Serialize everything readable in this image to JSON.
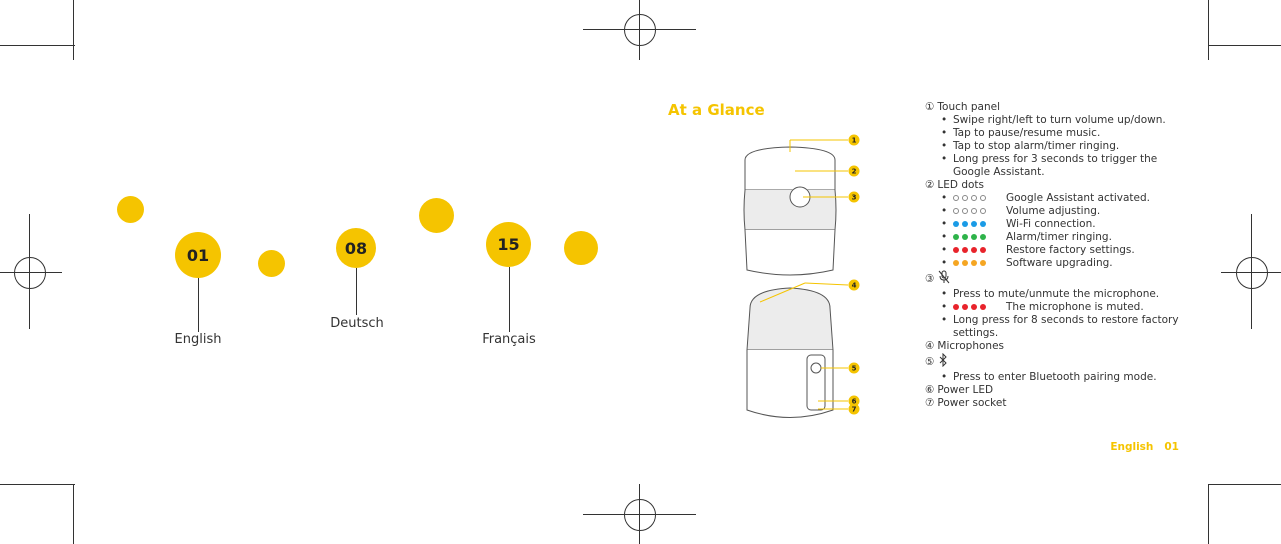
{
  "languages": [
    {
      "page": "01",
      "name": "English"
    },
    {
      "page": "08",
      "name": "Deutsch"
    },
    {
      "page": "15",
      "name": "Français"
    }
  ],
  "section_title": "At a Glance",
  "callout_numbers": [
    "1",
    "2",
    "3",
    "4",
    "5",
    "6",
    "7"
  ],
  "items": [
    {
      "marker": "①",
      "label": "Touch panel",
      "icon": "",
      "bullets": [
        {
          "text": "Swipe right/left to turn volume up/down."
        },
        {
          "text": "Tap to pause/resume music."
        },
        {
          "text": "Tap to stop alarm/timer ringing."
        },
        {
          "text": "Long press for 3 seconds to trigger the Google Assistant."
        }
      ]
    },
    {
      "marker": "②",
      "label": "LED dots",
      "icon": "",
      "bullets": [
        {
          "text": "Google Assistant activated.",
          "led": [
            "#ffffff",
            "#ffffff",
            "#ffffff",
            "#ffffff"
          ]
        },
        {
          "text": "Volume adjusting.",
          "led": [
            "#ffffff",
            "#ffffff",
            "#ffffff",
            "#ffffff"
          ]
        },
        {
          "text": "Wi-Fi connection.",
          "led": [
            "#1a9be6",
            "#1a9be6",
            "#1a9be6",
            "#1a9be6"
          ]
        },
        {
          "text": "Alarm/timer ringing.",
          "led": [
            "#2eb34a",
            "#2eb34a",
            "#2eb34a",
            "#2eb34a"
          ]
        },
        {
          "text": "Restore factory settings.",
          "led": [
            "#e8232b",
            "#e8232b",
            "#e8232b",
            "#e8232b"
          ]
        },
        {
          "text": "Software upgrading.",
          "led": [
            "#f5a623",
            "#f5a623",
            "#f5a623",
            "#f5a623"
          ]
        }
      ]
    },
    {
      "marker": "③",
      "label": "",
      "icon": "mic-mute-icon",
      "bullets": [
        {
          "text": "Press to mute/unmute the microphone."
        },
        {
          "text": "The microphone is muted.",
          "led": [
            "#e8232b",
            "#e8232b",
            "#e8232b",
            "#e8232b"
          ]
        },
        {
          "text": "Long press for 8 seconds to restore factory settings."
        }
      ]
    },
    {
      "marker": "④",
      "label": "Microphones",
      "icon": "",
      "bullets": []
    },
    {
      "marker": "⑤",
      "label": "",
      "icon": "bluetooth-icon",
      "bullets": [
        {
          "text": "Press to enter Bluetooth pairing mode."
        }
      ]
    },
    {
      "marker": "⑥",
      "label": "Power LED",
      "icon": "",
      "bullets": []
    },
    {
      "marker": "⑦",
      "label": "Power socket",
      "icon": "",
      "bullets": []
    }
  ],
  "footer": {
    "language": "English",
    "page": "01"
  },
  "colors": {
    "accent": "#F5C400",
    "text": "#333333"
  }
}
